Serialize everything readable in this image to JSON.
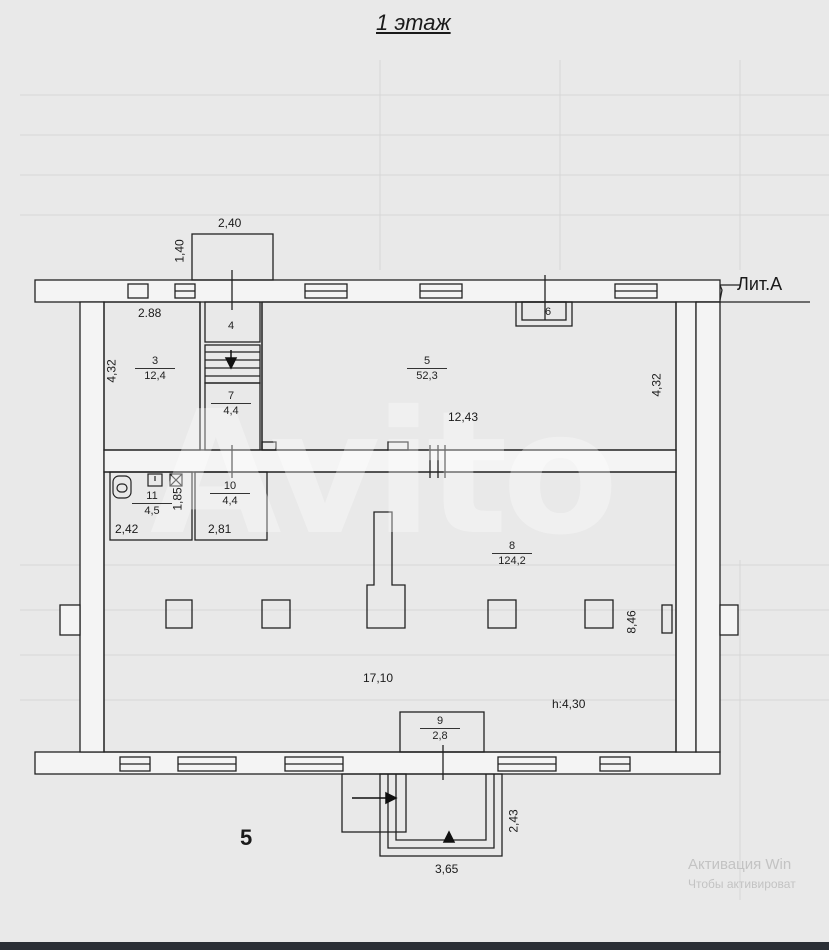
{
  "title": "1 этаж",
  "lit_label": "Лит.А",
  "section_number": "5",
  "watermark": {
    "avito": "Avito",
    "line1": "Активация Win",
    "line2": "Чтобы активироват"
  },
  "rooms": [
    {
      "n": "3",
      "area": "12,4"
    },
    {
      "n": "4",
      "area": ""
    },
    {
      "n": "5",
      "area": "52,3"
    },
    {
      "n": "6",
      "area": ""
    },
    {
      "n": "7",
      "area": "4,4"
    },
    {
      "n": "8",
      "area": "124,2"
    },
    {
      "n": "9",
      "area": "2,8"
    },
    {
      "n": "10",
      "area": "4,4"
    },
    {
      "n": "11",
      "area": "4,5"
    }
  ],
  "dimensions": {
    "porch_width": "2,40",
    "porch_depth": "1,40",
    "room3_width": "2.88",
    "room3_height": "4,32",
    "hall5_height": "4,32",
    "hall5_length": "12,43",
    "wc_height": "1,85",
    "wc_width": "2,42",
    "room10_width": "2,81",
    "hall8_depth": "8,46",
    "hall8_length": "17,10",
    "ceiling_height": "h:4,30",
    "entrance_depth": "2,43",
    "entrance_width": "3,65"
  }
}
